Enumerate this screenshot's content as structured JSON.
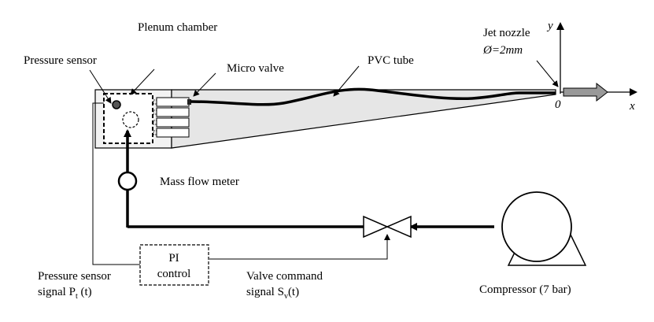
{
  "labels": {
    "plenum_chamber": "Plenum chamber",
    "pressure_sensor": "Pressure sensor",
    "micro_valve": "Micro valve",
    "pvc_tube": "PVC tube",
    "jet_nozzle": "Jet nozzle",
    "nozzle_diameter": "Ø=2mm",
    "axis_y": "y",
    "axis_x": "x",
    "origin": "0",
    "mass_flow_meter": "Mass flow meter",
    "pi_control_line1": "PI",
    "pi_control_line2": "control",
    "pressure_signal_line1": "Pressure sensor",
    "pressure_signal_prefix": "signal P",
    "pressure_signal_sub": "t",
    "pressure_signal_suffix": " (t)",
    "valve_command_line1": "Valve command",
    "valve_signal_prefix": "signal S",
    "valve_signal_sub": "v",
    "valve_signal_suffix": "(t)",
    "compressor": "Compressor (7 bar)"
  }
}
